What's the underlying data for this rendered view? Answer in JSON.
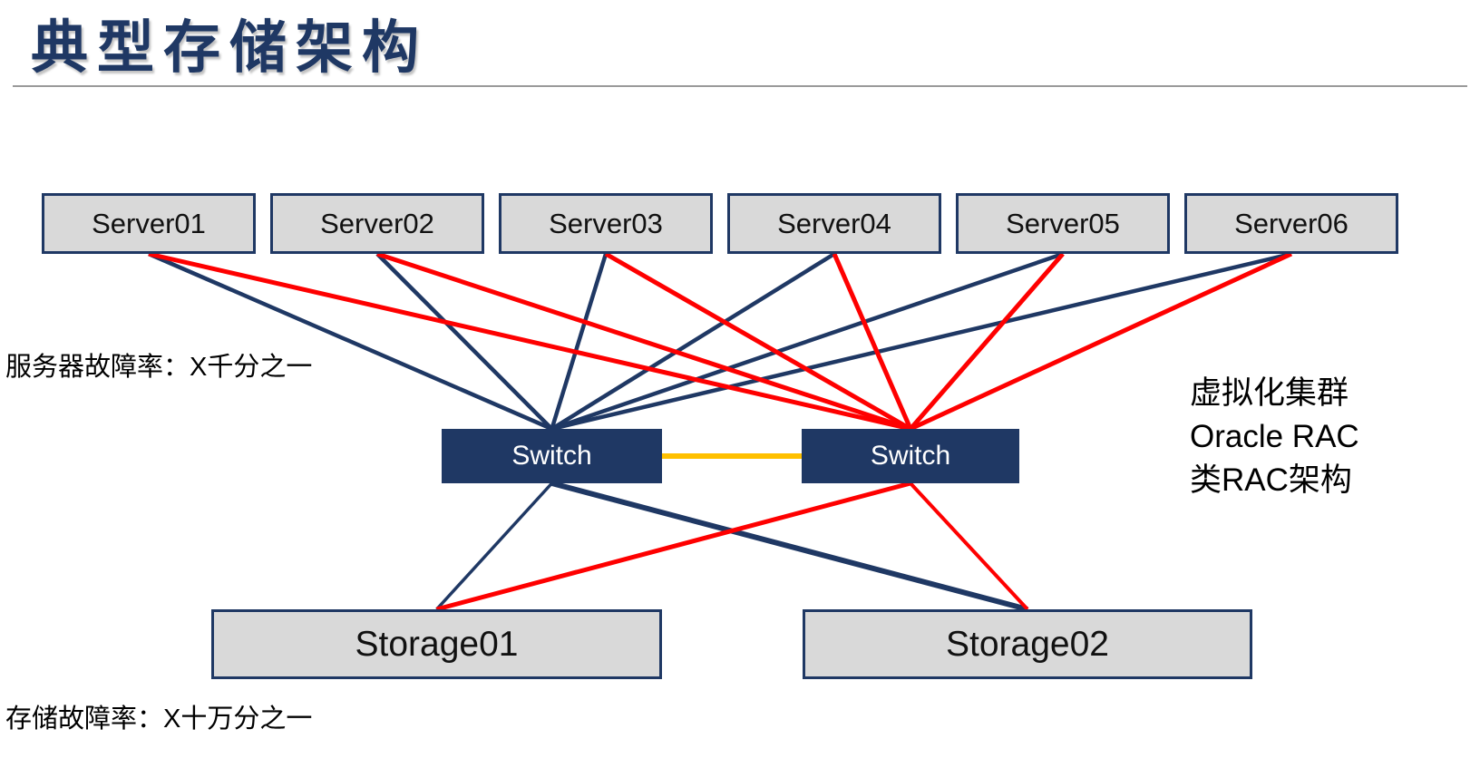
{
  "title": "典型存储架构",
  "notes": {
    "server_failure_rate": "服务器故障率：X千分之一",
    "storage_failure_rate": "存储故障率：X十万分之一"
  },
  "annotation": {
    "lines": [
      "虚拟化集群",
      "Oracle RAC",
      "类RAC架构"
    ]
  },
  "colors": {
    "navy": "#1f3864",
    "red": "#fe0000",
    "yellow": "#ffc000",
    "box_fill": "#d9d9d9",
    "title_text": "#1f3864",
    "divider": "#9a9a9a"
  },
  "diagram": {
    "servers": [
      {
        "id": "server-1",
        "label": "Server01"
      },
      {
        "id": "server-2",
        "label": "Server02"
      },
      {
        "id": "server-3",
        "label": "Server03"
      },
      {
        "id": "server-4",
        "label": "Server04"
      },
      {
        "id": "server-5",
        "label": "Server05"
      },
      {
        "id": "server-6",
        "label": "Server06"
      }
    ],
    "switches": [
      {
        "id": "switch-a",
        "label": "Switch"
      },
      {
        "id": "switch-b",
        "label": "Switch"
      }
    ],
    "storages": [
      {
        "id": "storage-1",
        "label": "Storage01"
      },
      {
        "id": "storage-2",
        "label": "Storage02"
      }
    ],
    "edges": [
      {
        "from": "server-1",
        "from_side": "bottom",
        "to": "switch-a",
        "to_side": "top",
        "color": "navy",
        "width": 4.5
      },
      {
        "from": "server-2",
        "from_side": "bottom",
        "to": "switch-a",
        "to_side": "top",
        "color": "navy",
        "width": 4.5
      },
      {
        "from": "server-3",
        "from_side": "bottom",
        "to": "switch-a",
        "to_side": "top",
        "color": "navy",
        "width": 4.5
      },
      {
        "from": "server-4",
        "from_side": "bottom",
        "to": "switch-a",
        "to_side": "top",
        "color": "navy",
        "width": 4.5
      },
      {
        "from": "server-5",
        "from_side": "bottom",
        "to": "switch-a",
        "to_side": "top",
        "color": "navy",
        "width": 4.5
      },
      {
        "from": "server-6",
        "from_side": "bottom",
        "to": "switch-a",
        "to_side": "top",
        "color": "navy",
        "width": 4.5
      },
      {
        "from": "switch-a",
        "from_side": "bottom",
        "to": "storage-1",
        "to_side": "top",
        "color": "navy",
        "width": 3.5
      },
      {
        "from": "switch-a",
        "from_side": "bottom",
        "to": "storage-2",
        "to_side": "top",
        "color": "navy",
        "width": 6
      },
      {
        "from": "server-1",
        "from_side": "bottom",
        "to": "switch-b",
        "to_side": "top",
        "color": "red",
        "width": 5
      },
      {
        "from": "server-2",
        "from_side": "bottom",
        "to": "switch-b",
        "to_side": "top",
        "color": "red",
        "width": 5
      },
      {
        "from": "server-3",
        "from_side": "bottom",
        "to": "switch-b",
        "to_side": "top",
        "color": "red",
        "width": 5
      },
      {
        "from": "server-4",
        "from_side": "bottom",
        "to": "switch-b",
        "to_side": "top",
        "color": "red",
        "width": 5
      },
      {
        "from": "server-5",
        "from_side": "bottom",
        "to": "switch-b",
        "to_side": "top",
        "color": "red",
        "width": 5
      },
      {
        "from": "server-6",
        "from_side": "bottom",
        "to": "switch-b",
        "to_side": "top",
        "color": "red",
        "width": 5
      },
      {
        "from": "switch-b",
        "from_side": "bottom",
        "to": "storage-1",
        "to_side": "top",
        "color": "red",
        "width": 5
      },
      {
        "from": "switch-b",
        "from_side": "bottom",
        "to": "storage-2",
        "to_side": "top",
        "color": "red",
        "width": 4
      },
      {
        "from": "switch-a",
        "from_side": "right",
        "to": "switch-b",
        "to_side": "left",
        "color": "yellow",
        "width": 6
      }
    ]
  }
}
